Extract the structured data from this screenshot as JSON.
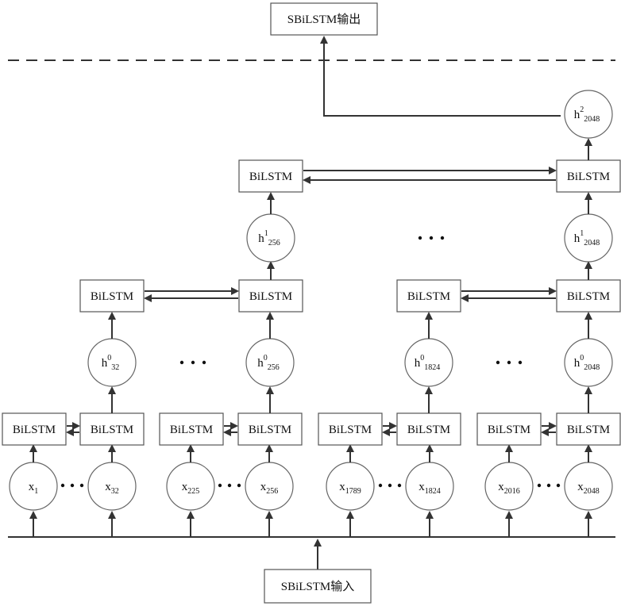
{
  "output_label": "SBiLSTM输出",
  "input_label": "SBiLSTM输入",
  "block_label": "BiLSTM",
  "inputs": [
    {
      "base": "x",
      "sub": "1"
    },
    {
      "base": "x",
      "sub": "32"
    },
    {
      "base": "x",
      "sub": "225"
    },
    {
      "base": "x",
      "sub": "256"
    },
    {
      "base": "x",
      "sub": "1789"
    },
    {
      "base": "x",
      "sub": "1824"
    },
    {
      "base": "x",
      "sub": "2016"
    },
    {
      "base": "x",
      "sub": "2048"
    }
  ],
  "level0_hidden": [
    {
      "base": "h",
      "sup": "0",
      "sub": "32"
    },
    {
      "base": "h",
      "sup": "0",
      "sub": "256"
    },
    {
      "base": "h",
      "sup": "0",
      "sub": "1824"
    },
    {
      "base": "h",
      "sup": "0",
      "sub": "2048"
    }
  ],
  "level1_hidden": [
    {
      "base": "h",
      "sup": "1",
      "sub": "256"
    },
    {
      "base": "h",
      "sup": "1",
      "sub": "2048"
    }
  ],
  "level2_hidden": [
    {
      "base": "h",
      "sup": "2",
      "sub": "2048"
    }
  ]
}
